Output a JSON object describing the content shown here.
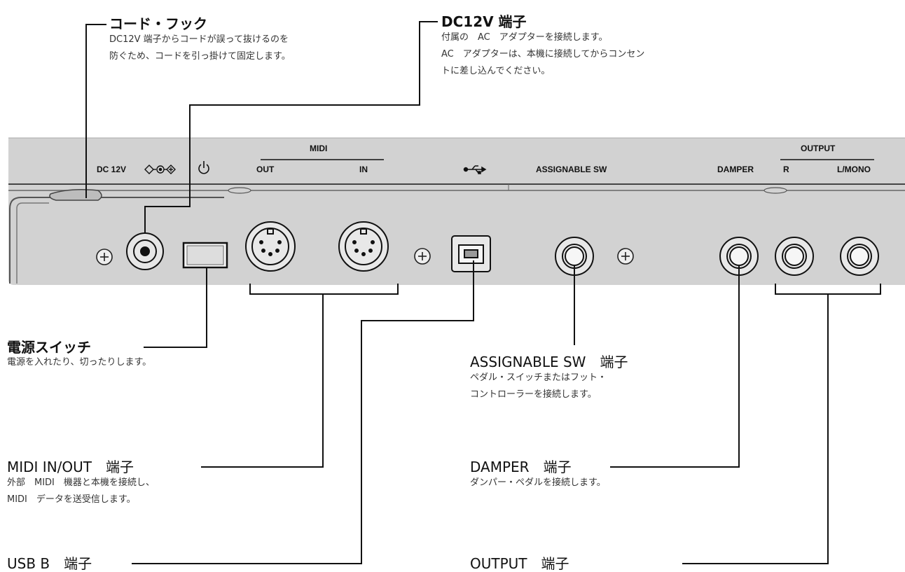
{
  "panel": {
    "dc_label": "DC 12V",
    "midi_label": "MIDI",
    "midi_out_label": "OUT",
    "midi_in_label": "IN",
    "assignable_label": "ASSIGNABLE SW",
    "damper_label": "DAMPER",
    "output_label": "OUTPUT",
    "output_r_label": "R",
    "output_lmono_label": "L/MONO",
    "colors": {
      "panel": "#d2d2d2",
      "line": "#111111"
    },
    "icons": [
      "dc-polarity-icon",
      "power-icon",
      "usb-icon",
      "screw-icon",
      "midi-din-icon",
      "jack-icon"
    ]
  },
  "callouts": {
    "cord_hook": {
      "title": "コード・フック",
      "desc": [
        "DC12V 端子からコードが誤って抜けるのを",
        "防ぐため、コードを引っ掛けて固定します。"
      ]
    },
    "dc12v": {
      "title": "DC12V 端子",
      "desc": [
        "付属の　AC　アダプターを接続します。",
        "AC　アダプターは、本機に接続してからコンセン",
        "トに差し込んでください。"
      ]
    },
    "power": {
      "title": "電源スイッチ",
      "desc": [
        "電源を入れたり、切ったりします。"
      ]
    },
    "midi": {
      "title": "MIDI IN/OUT　端子",
      "desc": [
        "外部　MIDI　機器と本機を接続し、",
        "MIDI　データを送受信します。"
      ]
    },
    "usb": {
      "title": "USB B　端子"
    },
    "assignable": {
      "title": "ASSIGNABLE SW　端子",
      "desc": [
        "ペダル・スイッチまたはフット・",
        "コントローラーを接続します。"
      ]
    },
    "damper": {
      "title": "DAMPER　端子",
      "desc": [
        "ダンパー・ペダルを接続します。"
      ]
    },
    "output": {
      "title": "OUTPUT　端子"
    }
  }
}
